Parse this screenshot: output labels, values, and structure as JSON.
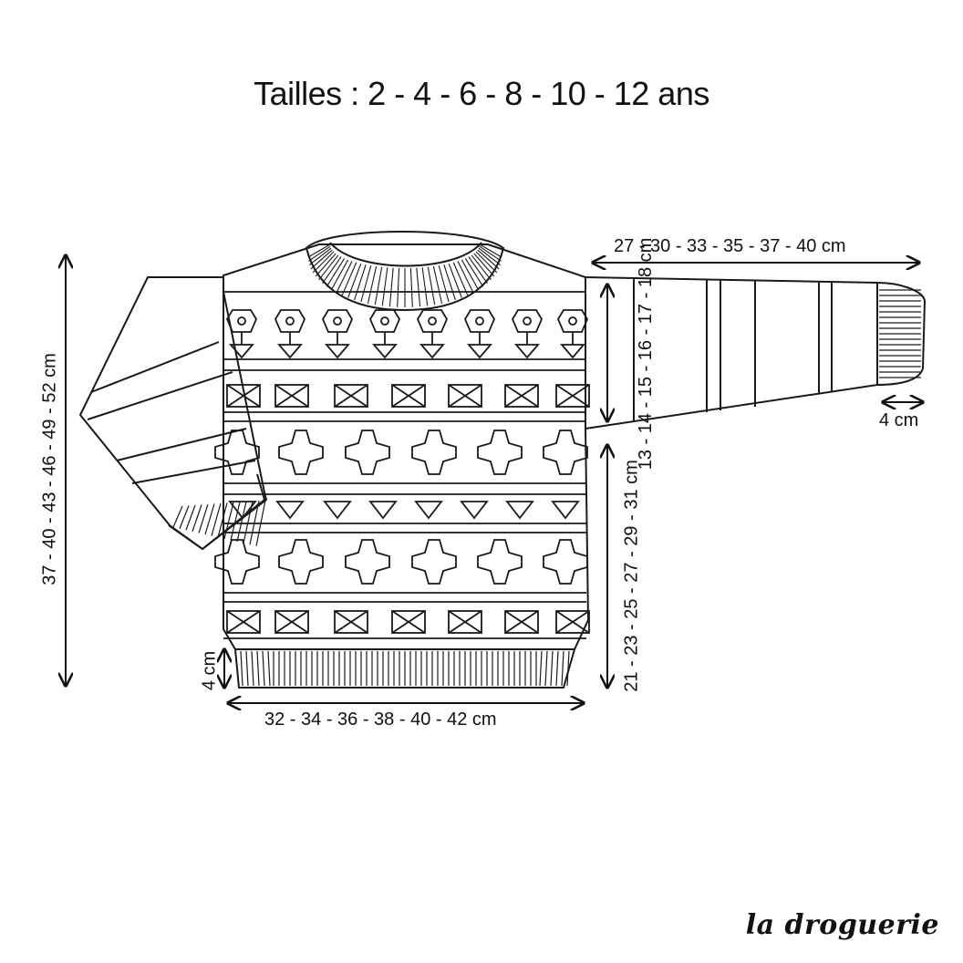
{
  "title": "Tailles : 2 - 4 - 6 - 8 - 10 - 12 ans",
  "measurements": {
    "body_length": "37 - 40 - 43 - 46 - 49 - 52 cm",
    "width": "32 - 34 - 36 - 38 - 40 - 42 cm",
    "rib_height": "4 cm",
    "sleeve_length": "27 - 30 - 33 - 35 - 37 - 40 cm",
    "armhole_height": "13 - 14 - 15 - 16 - 17 - 18 cm",
    "body_to_armhole": "21 - 23 - 25 - 27 - 29 - 31 cm",
    "cuff_height": "4 cm"
  },
  "brand": "la droguerie"
}
